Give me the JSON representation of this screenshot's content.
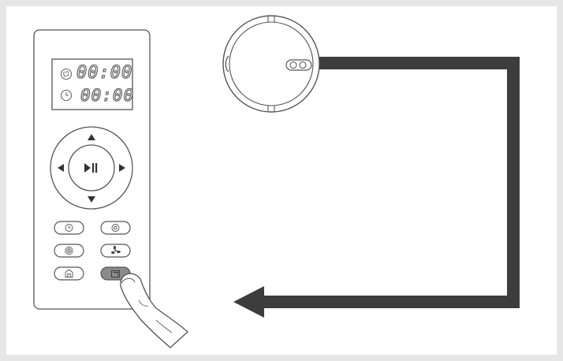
{
  "remote": {
    "display": {
      "top_time": "00:00",
      "bottom_time": "00:00",
      "top_icon": "cleaning-mode-icon",
      "bottom_icon": "clock-icon"
    },
    "dpad": {
      "center_icon": "play-pause-icon",
      "up_icon": "arrow-up-icon",
      "down_icon": "arrow-down-icon",
      "left_icon": "arrow-left-icon",
      "right_icon": "arrow-right-icon"
    },
    "buttons": [
      {
        "icon": "schedule-clock-icon",
        "active": false
      },
      {
        "icon": "mode-icon",
        "active": false
      },
      {
        "icon": "spot-clean-icon",
        "active": false
      },
      {
        "icon": "fan-icon",
        "active": false
      },
      {
        "icon": "home-dock-icon",
        "active": false
      },
      {
        "icon": "edge-clean-icon",
        "active": true
      }
    ]
  },
  "path": {
    "shape": "rectangular edge-cleaning route",
    "direction": "clockwise-right-down-left"
  },
  "colors": {
    "path": "#3d3d3d",
    "outline": "#555555",
    "active_button": "#8a8a8a",
    "background": "#e6e6e6"
  }
}
